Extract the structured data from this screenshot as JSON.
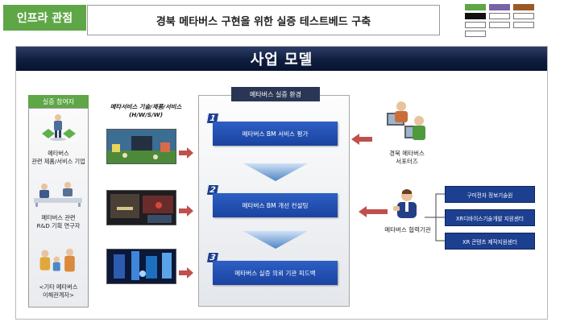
{
  "header": {
    "tag": "인프라 관점",
    "title": "경북 메타버스 구현을 위한 실증 테스트베드 구축"
  },
  "legend_colors": [
    "#5ea646",
    "#7a62a8",
    "#9b5a25",
    "#111111"
  ],
  "banner": "사업 모델",
  "participants": {
    "header": "실증 참여자",
    "items": [
      {
        "label_line1": "메타버스",
        "label_line2": "관련 제품/서비스 기업"
      },
      {
        "label_line1": "메타버스 관련",
        "label_line2": "R&D 기획 연구자"
      },
      {
        "label_line1": "<기타 메타버스",
        "label_line2": "이해관계자>"
      }
    ]
  },
  "tech": {
    "title_line1": "메타서비스 기술/제품/서비스",
    "title_line2": "(H/W/S/W)"
  },
  "environment": {
    "header": "메타버스 실증 환경",
    "steps": [
      {
        "num": "1",
        "label": "메타버스 BM 서비스 평가"
      },
      {
        "num": "2",
        "label": "메타버스 BM 개선 컨설팅"
      },
      {
        "num": "3",
        "label": "메타버스 실증 의뢰 기관 피드백"
      }
    ]
  },
  "supporters": {
    "line1": "경북 메타버스",
    "line2": "서포터즈"
  },
  "partners": {
    "label": "메타버스 협력기관",
    "orgs": [
      "구미전자 정보기술원",
      "XR디바이스기술개발 지원센터",
      "XR 콘텐츠 제작지원센터"
    ]
  }
}
